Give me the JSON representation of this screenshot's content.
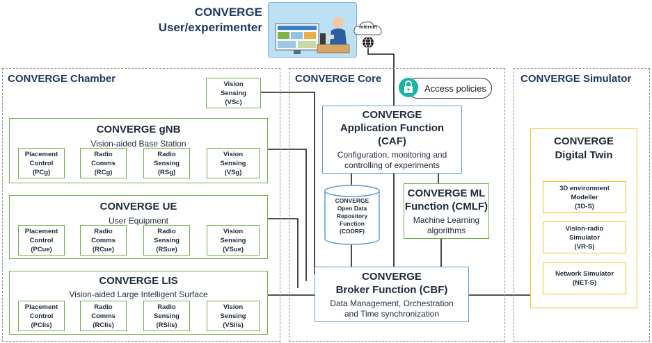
{
  "header": {
    "line1": "CONVERGE",
    "line2": "User/experimenter"
  },
  "internet_label": "internet",
  "regions": {
    "chamber": "CONVERGE Chamber",
    "core": "CONVERGE Core",
    "simulator": "CONVERGE Simulator"
  },
  "access_policies": "Access policies",
  "vision_sensing_top": {
    "l1": "Vision",
    "l2": "Sensing",
    "l3": "(VSc)"
  },
  "gnb": {
    "title": "CONVERGE gNB",
    "subtitle": "Vision-aided Base Station",
    "modules": [
      {
        "l1": "Placement",
        "l2": "Control",
        "l3": "(PCg)"
      },
      {
        "l1": "Radio",
        "l2": "Comms",
        "l3": "(RCg)"
      },
      {
        "l1": "Radio",
        "l2": "Sensing",
        "l3": "(RSg)"
      },
      {
        "l1": "Vision",
        "l2": "Sensing",
        "l3": "(VSg)"
      }
    ]
  },
  "ue": {
    "title": "CONVERGE UE",
    "subtitle": "User Equipment",
    "modules": [
      {
        "l1": "Placement",
        "l2": "Control",
        "l3": "(PCue)"
      },
      {
        "l1": "Radio",
        "l2": "Comms",
        "l3": "(RCue)"
      },
      {
        "l1": "Radio",
        "l2": "Sensing",
        "l3": "(RSue)"
      },
      {
        "l1": "Vision",
        "l2": "Sensing",
        "l3": "(VSue)"
      }
    ]
  },
  "lis": {
    "title": "CONVERGE LIS",
    "subtitle": "Vision-aided Large Intelligent Surface",
    "modules": [
      {
        "l1": "Placement",
        "l2": "Control",
        "l3": "(PClis)"
      },
      {
        "l1": "Radio",
        "l2": "Comms",
        "l3": "(RClis)"
      },
      {
        "l1": "Radio",
        "l2": "Sensing",
        "l3": "(RSlis)"
      },
      {
        "l1": "Vision",
        "l2": "Sensing",
        "l3": "(VSlis)"
      }
    ]
  },
  "caf": {
    "l1": "CONVERGE",
    "l2": "Application Function",
    "l3": "(CAF)",
    "d1": "Configuration, monitoring and",
    "d2": "controlling of experiments"
  },
  "codrf": {
    "l1": "CONVERGE",
    "l2": "Open Data",
    "l3": "Repository",
    "l4": "Function",
    "l5": "(CODRF)"
  },
  "cmlf": {
    "l1": "CONVERGE ML",
    "l2": "Function (CMLF)",
    "d1": "Machine Learning",
    "d2": "algorithms"
  },
  "cbf": {
    "l1": "CONVERGE",
    "l2": "Broker Function (CBF)",
    "d1": "Data Management, Orchestration",
    "d2": "and Time synchronization"
  },
  "twin": {
    "l1": "CONVERGE",
    "l2": "Digital Twin",
    "modules": [
      {
        "l1": "3D environment",
        "l2": "Modeller",
        "l3": "(3D-S)"
      },
      {
        "l1": "Vision-radio",
        "l2": "Simulator",
        "l3": "(VR-S)"
      },
      {
        "l1": "Network Simulator",
        "l2": "(NET-S)",
        "l3": ""
      }
    ]
  },
  "colors": {
    "green": "#70ad47",
    "blue": "#5b9bd5",
    "gold": "#f0c020",
    "navy": "#1f3864"
  }
}
